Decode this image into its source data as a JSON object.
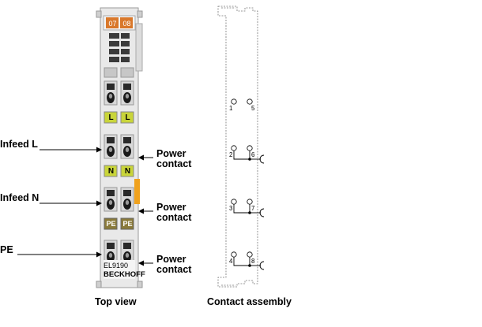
{
  "module": {
    "led_labels": [
      "07",
      "08"
    ],
    "power_labels": {
      "l": "L",
      "n": "N",
      "pe": "PE"
    },
    "model": "EL9190",
    "brand": "BECKHOFF",
    "colors": {
      "housing": "#e9e9e9",
      "led_orange": "#d9782b",
      "l_green": "#c9d53a",
      "n_green": "#c9d53a",
      "pe_olive": "#8a7a3a",
      "tab_orange": "#f0a21e",
      "contact": "#1a1a1a"
    }
  },
  "labels": {
    "infeed_l": "Infeed L",
    "infeed_n": "Infeed N",
    "pe": "PE",
    "power_contact": [
      "Power",
      "contact"
    ]
  },
  "contacts": {
    "numbers": [
      "1",
      "5",
      "2",
      "6",
      "3",
      "7",
      "4",
      "8"
    ]
  },
  "captions": {
    "top_view": "Top view",
    "contact_assembly": "Contact assembly"
  }
}
